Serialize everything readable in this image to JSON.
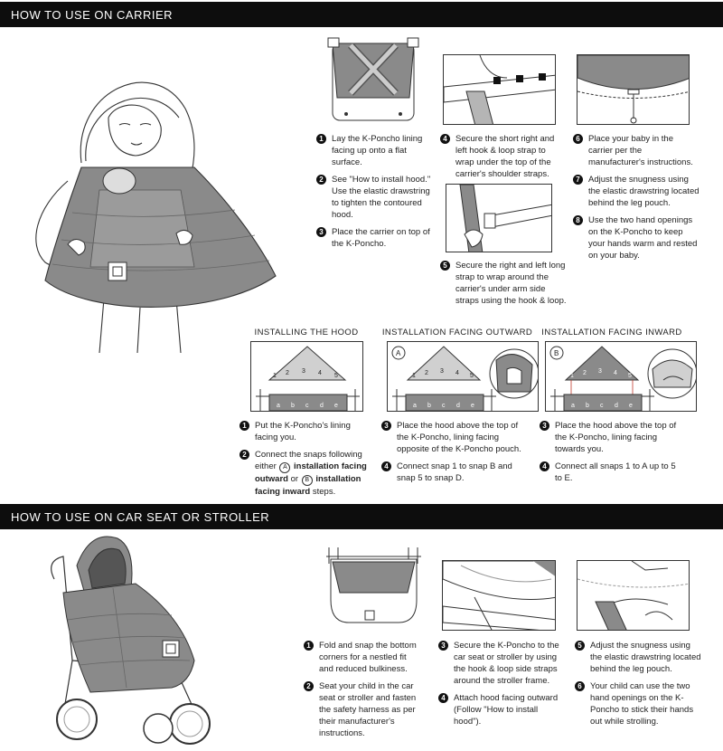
{
  "sections": {
    "carrier_title": "HOW TO USE ON CARRIER",
    "stroller_title": "HOW TO USE ON CAR SEAT OR STROLLER"
  },
  "carrier_steps": {
    "s1": {
      "n": "1",
      "text": "Lay the K-Poncho lining facing up onto a flat surface."
    },
    "s2": {
      "n": "2",
      "text": "See \"How to install hood.\" Use the elastic drawstring to tighten the contoured hood."
    },
    "s3": {
      "n": "3",
      "text": "Place the carrier on top of the K-Poncho."
    },
    "s4": {
      "n": "4",
      "text": "Secure the short right and left hook & loop strap to wrap under the top of the carrier's shoulder straps."
    },
    "s5": {
      "n": "5",
      "text": "Secure the right and left long strap to wrap around the carrier's under arm side straps using the hook & loop."
    },
    "s6": {
      "n": "6",
      "text": "Place your baby in the carrier per the manufacturer's instructions."
    },
    "s7": {
      "n": "7",
      "text": "Adjust the snugness using the elastic drawstring located behind the leg pouch."
    },
    "s8": {
      "n": "8",
      "text": "Use the two hand openings on the K-Poncho to keep your hands warm and rested on your baby."
    }
  },
  "hood": {
    "installing_title": "INSTALLING THE HOOD",
    "outward_title": "INSTALLATION FACING OUTWARD",
    "inward_title": "INSTALLATION FACING INWARD",
    "snap_numbers": [
      "1",
      "2",
      "3",
      "4",
      "5"
    ],
    "snap_letters": [
      "a",
      "b",
      "c",
      "d",
      "e"
    ],
    "label_a": "A",
    "label_b": "B",
    "h1": {
      "n": "1",
      "text": "Put the K-Poncho's lining facing you."
    },
    "h2": {
      "n": "2",
      "pre": "Connect the snaps following either",
      "a": "A",
      "bold1": "installation facing outward",
      "or": "or",
      "b": "B",
      "bold2": "installation facing inward",
      "post": "steps."
    },
    "o3": {
      "n": "3",
      "text": "Place the hood above the top of the K-Poncho, lining facing opposite of the K-Poncho pouch."
    },
    "o4": {
      "n": "4",
      "text": "Connect snap 1 to snap B and snap 5 to snap D."
    },
    "i3": {
      "n": "3",
      "text": "Place the hood above the top of the K-Poncho, lining facing towards you."
    },
    "i4": {
      "n": "4",
      "text": "Connect all snaps 1 to A up to 5 to E."
    }
  },
  "stroller_steps": {
    "s1": {
      "n": "1",
      "text": "Fold and snap the bottom corners for a nestled fit and reduced bulkiness."
    },
    "s2": {
      "n": "2",
      "text": "Seat your child in the car seat or stroller and fasten the safety harness as per their manufacturer's instructions."
    },
    "s3": {
      "n": "3",
      "text": "Secure the K-Poncho to the car seat or stroller by using the hook & loop side straps around the stroller frame."
    },
    "s4": {
      "n": "4",
      "text": "Attach hood facing outward (Follow \"How to install hood\")."
    },
    "s5": {
      "n": "5",
      "text": "Adjust the snugness using the elastic drawstring located behind the leg pouch."
    },
    "s6": {
      "n": "6",
      "text": "Your child can use the two hand openings on the K-Poncho to stick their hands out while strolling."
    }
  },
  "colors": {
    "header_bg": "#0d0d0d",
    "fabric": "#8a8a8a",
    "fabric_light": "#b5b5b5",
    "line": "#333333",
    "accent_red": "#c0392b"
  }
}
